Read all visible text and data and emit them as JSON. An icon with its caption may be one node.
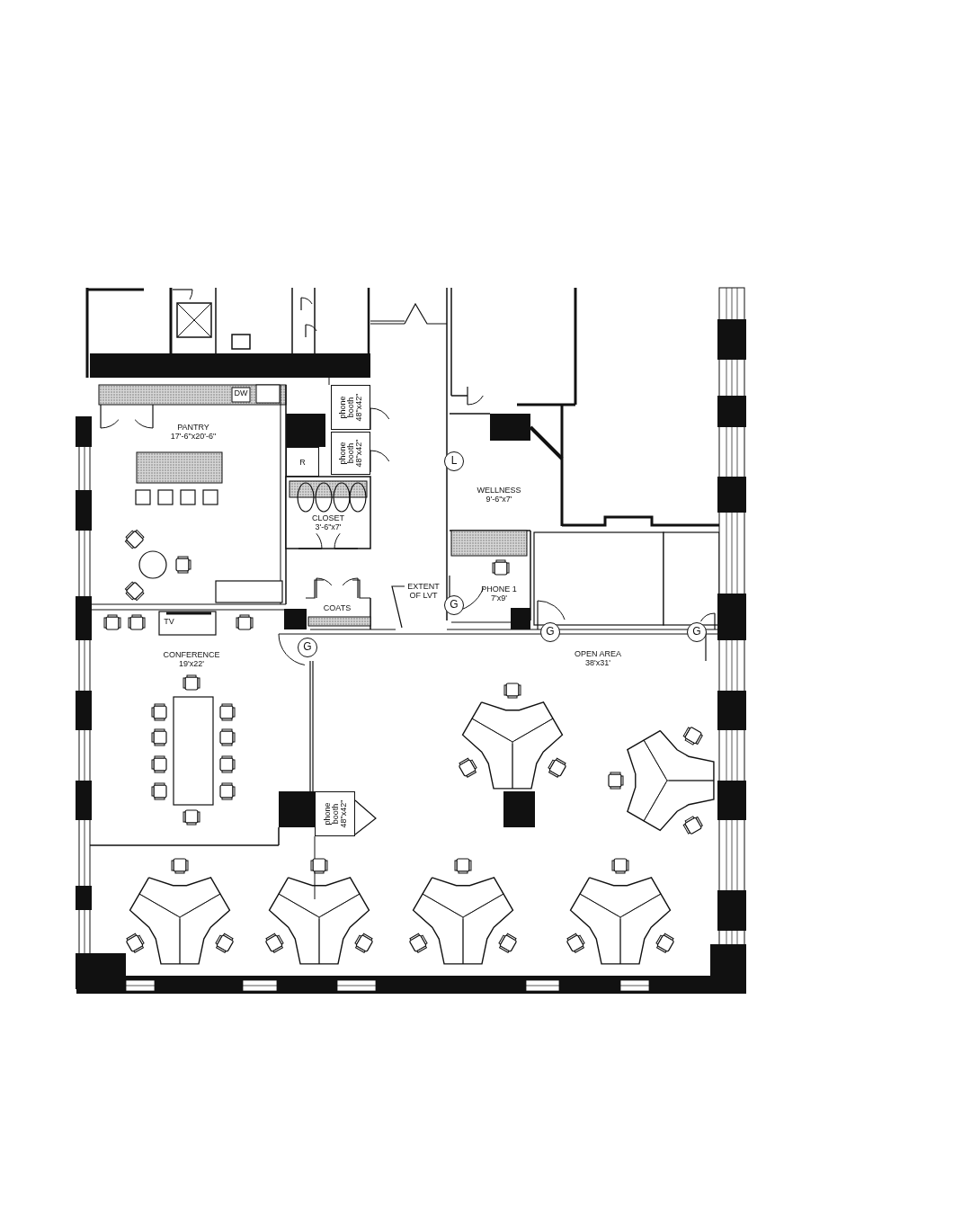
{
  "diagram": {
    "nodes": [
      {
        "text": [
          "phone booth 48\"x42\""
        ]
      },
      {
        "text": [
          "PANTRY",
          "17'-6\"x20'-6\""
        ]
      },
      {
        "text": [
          "phone booth 48\"x42\""
        ]
      },
      {
        "text": [
          "R"
        ]
      },
      {
        "text": [
          "WELLNESS",
          "9'-6\"x7'"
        ]
      },
      {
        "text": [
          "CLOSET",
          "3'-6\"x7'"
        ]
      },
      {
        "text": [
          "PHONE 1",
          "7'x9'"
        ]
      },
      {
        "text": [
          "EXTENT OF LVT"
        ]
      },
      {
        "text": [
          "COATS"
        ]
      },
      {
        "text": [
          "CONFERENCE",
          "19'x22'"
        ]
      },
      {
        "text": [
          "OPEN AREA",
          "38'x31'"
        ]
      },
      {
        "text": [
          "phone booth 48\"x42\""
        ]
      }
    ],
    "edges": [
      {
        "from": null,
        "to": 7,
        "arrow": "none"
      }
    ],
    "labels": [
      "DW",
      "L",
      "G",
      "TV",
      "G",
      "G",
      "G"
    ]
  }
}
